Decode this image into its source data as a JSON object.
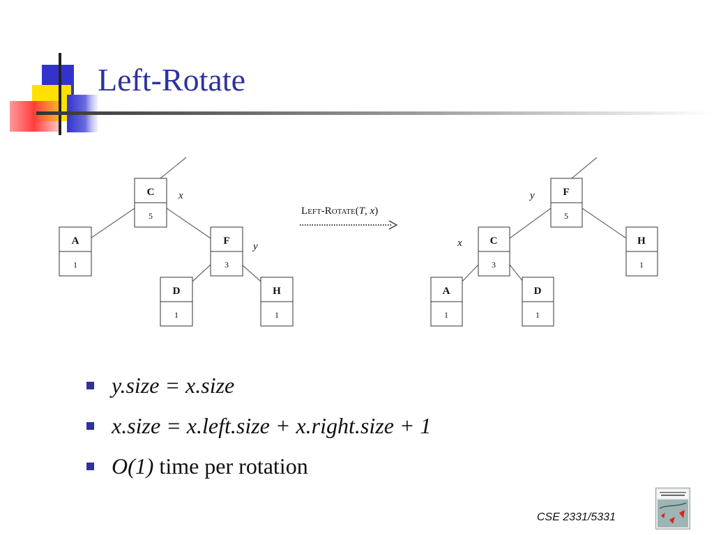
{
  "title": "Left-Rotate",
  "diagram": {
    "operation": {
      "prefix": "L",
      "sc1": "EFT",
      "mid": "-R",
      "sc2": "OTATE",
      "open": "(",
      "arg1": "T",
      "sep": ", ",
      "arg2": "x",
      "close": ")"
    },
    "before": {
      "nodes": [
        {
          "name": "C",
          "size": "5"
        },
        {
          "name": "A",
          "size": "1"
        },
        {
          "name": "F",
          "size": "3"
        },
        {
          "name": "D",
          "size": "1"
        },
        {
          "name": "H",
          "size": "1"
        }
      ],
      "labels": {
        "x": "x",
        "y": "y"
      }
    },
    "after": {
      "nodes": [
        {
          "name": "F",
          "size": "5"
        },
        {
          "name": "C",
          "size": "3"
        },
        {
          "name": "H",
          "size": "1"
        },
        {
          "name": "A",
          "size": "1"
        },
        {
          "name": "D",
          "size": "1"
        }
      ],
      "labels": {
        "x": "x",
        "y": "y"
      }
    }
  },
  "bullets": [
    {
      "italic": "y.size = x.size",
      "rest": ""
    },
    {
      "italic": "x.size = x.left.size + x.right.size + 1",
      "rest": ""
    },
    {
      "italic": "O(1)",
      "rest": " time per rotation"
    }
  ],
  "footer": "CSE 2331/5331",
  "colors": {
    "title": "#2e31a0",
    "bullet": "#2e31a0",
    "deco_blue": "#3333cc",
    "deco_yellow": "#ffe100",
    "deco_red": "#ff4a4a"
  }
}
